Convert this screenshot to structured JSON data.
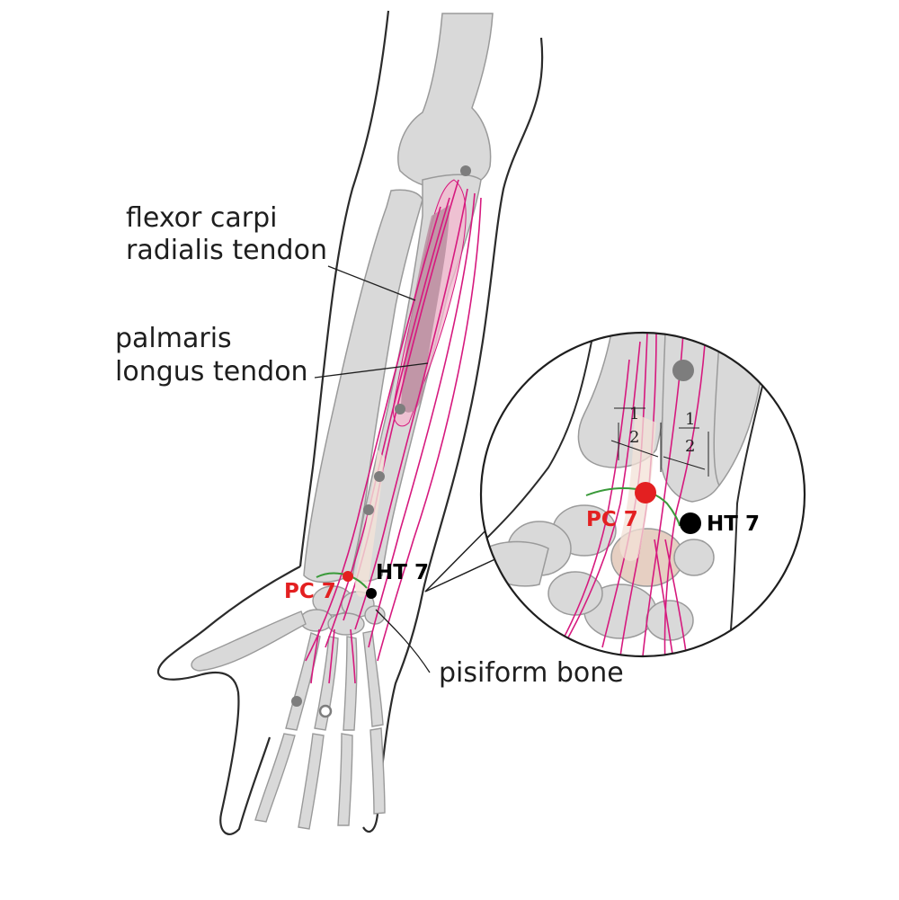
{
  "labels": {
    "fcr_line1": "flexor carpi",
    "fcr_line2": "radialis tendon",
    "pl_line1": "palmaris",
    "pl_line2": "longus tendon",
    "pisiform": "pisiform bone",
    "pc7": "PC 7",
    "ht7": "HT 7",
    "pc7_zoom": "PC 7",
    "ht7_zoom": "HT 7",
    "half_num_left": "1",
    "half_den_left": "2",
    "half_num_right": "1",
    "half_den_right": "2"
  },
  "colors": {
    "bone_fill": "#d9d9d9",
    "bone_stroke": "#9a9a9a",
    "skin_outline": "#2b2b2b",
    "tendon": "#d6197e",
    "muscle_fill": "#f4b8cf",
    "muscle_dark": "#b98ea0",
    "point_red": "#e32021",
    "point_black": "#000000",
    "point_gray": "#7d7d7d",
    "arrow_green": "#3a9a3a"
  }
}
